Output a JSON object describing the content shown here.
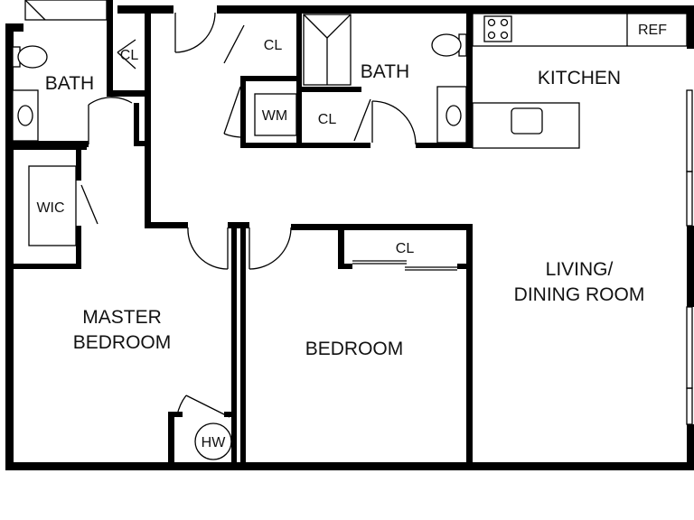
{
  "rooms": {
    "bath_left": "BATH",
    "cl_top_left": "CL",
    "cl_hall_top": "CL",
    "bath_right": "BATH",
    "washer": "WM",
    "cl_mid": "CL",
    "kitchen": "KITCHEN",
    "fridge": "REF",
    "wic": "WIC",
    "cl_bedroom": "CL",
    "living_line1": "LIVING/",
    "living_line2": "DINING ROOM",
    "master_line1": "MASTER",
    "master_line2": "BEDROOM",
    "bedroom": "BEDROOM",
    "water_heater": "HW"
  }
}
